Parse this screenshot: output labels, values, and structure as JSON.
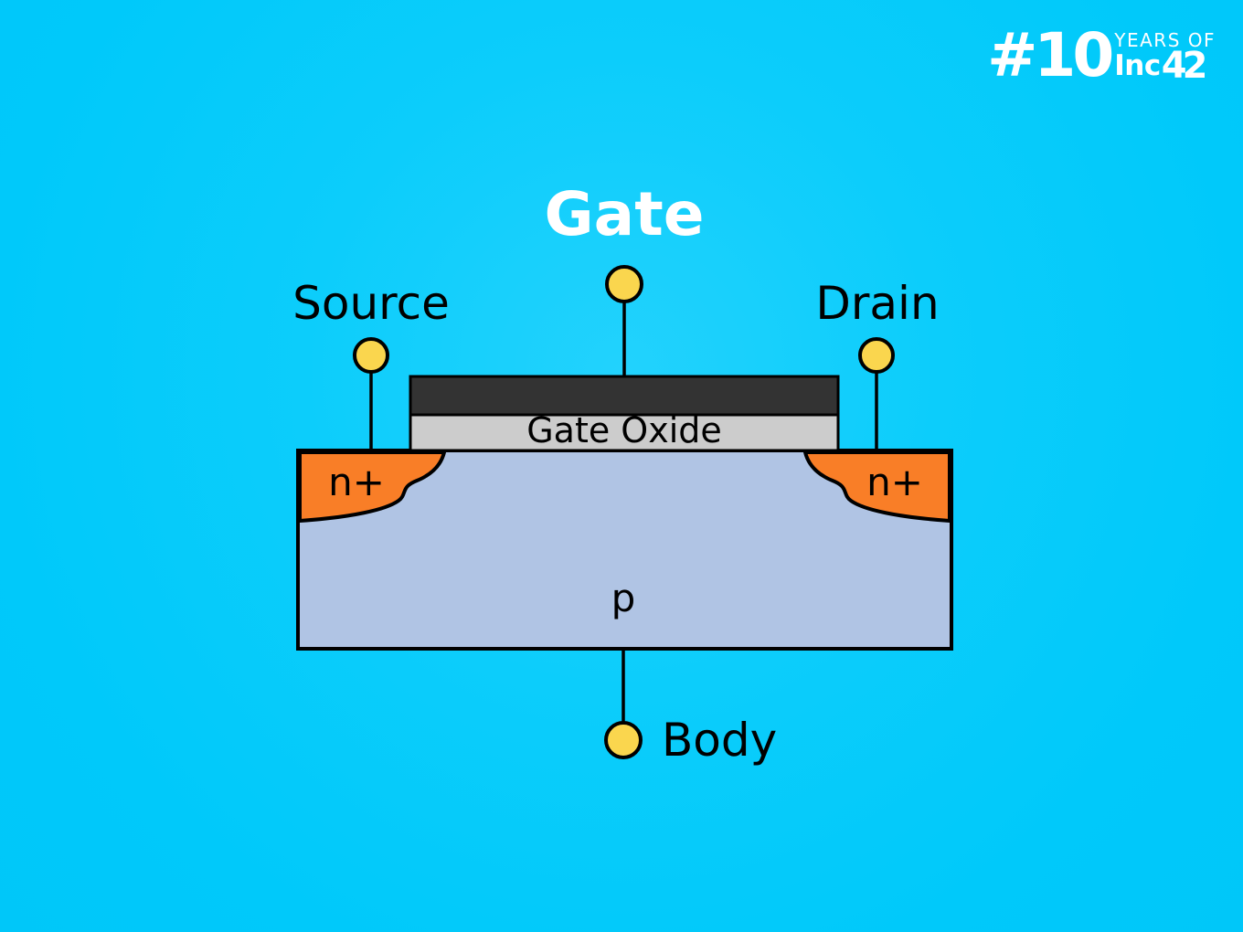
{
  "logo": {
    "prefix": "#10",
    "top_text": "YEARS OF",
    "brand": "Inc",
    "brand_suffix": "42"
  },
  "diagram": {
    "title": "Gate",
    "terminals": {
      "source": "Source",
      "drain": "Drain",
      "body": "Body"
    },
    "regions": {
      "gate_oxide": "Gate Oxide",
      "n_plus_left": "n+",
      "n_plus_right": "n+",
      "p_body": "p"
    }
  },
  "colors": {
    "background": "#00c9fa",
    "p_body": "#b0c4e4",
    "n_plus": "#f97e27",
    "gate_electrode": "#333333",
    "gate_oxide": "#cccccc",
    "terminal_dot": "#fad64e",
    "outline": "#000000",
    "title_text": "#ffffff"
  }
}
